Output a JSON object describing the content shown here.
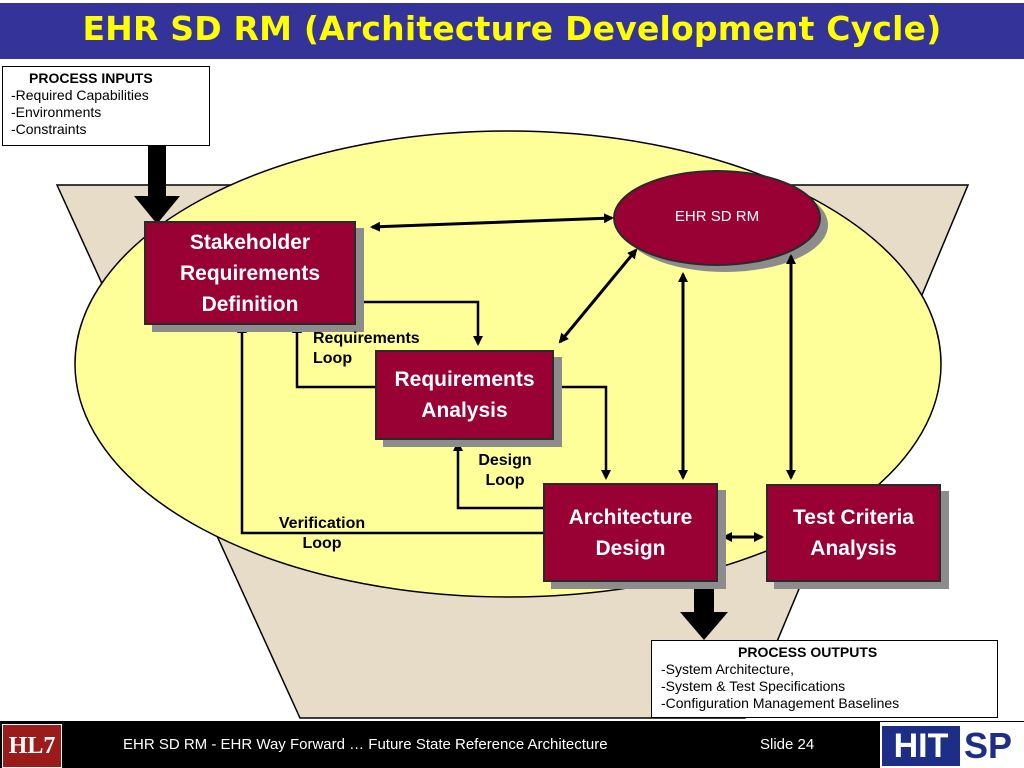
{
  "title": "EHR SD RM (Architecture Development Cycle)",
  "inputs": {
    "heading": "PROCESS  INPUTS",
    "items": [
      "-Required Capabilities",
      "-Environments",
      "-Constraints"
    ]
  },
  "outputs": {
    "heading": "PROCESS  OUTPUTS",
    "items": [
      "-System Architecture,",
      "-System & Test Specifications",
      "-Configuration Management  Baselines"
    ]
  },
  "nodes": {
    "stakeholder": [
      "Stakeholder",
      "Requirements",
      "Definition"
    ],
    "requirements_analysis": [
      "Requirements",
      "Analysis"
    ],
    "architecture_design": [
      "Architecture",
      "Design"
    ],
    "test_criteria": [
      "Test Criteria",
      "Analysis"
    ],
    "ehr_sd_rm": "EHR SD RM"
  },
  "loops": {
    "requirements": [
      "Requirements",
      "Loop"
    ],
    "design": [
      "Design",
      "Loop"
    ],
    "verification": [
      "Verification",
      "Loop"
    ]
  },
  "footer": {
    "text": "EHR SD RM - EHR Way Forward  … Future State Reference Architecture",
    "slide": "Slide 24",
    "logo_left": "HL7",
    "logo_right_hi": "HIT",
    "logo_right_sp": "SP"
  },
  "colors": {
    "title_bar": "#33339a",
    "title_text": "#ffff00",
    "node_fill": "#990033",
    "ellipse_fill": "#ffff99",
    "funnel_fill": "#e6dcc8"
  }
}
